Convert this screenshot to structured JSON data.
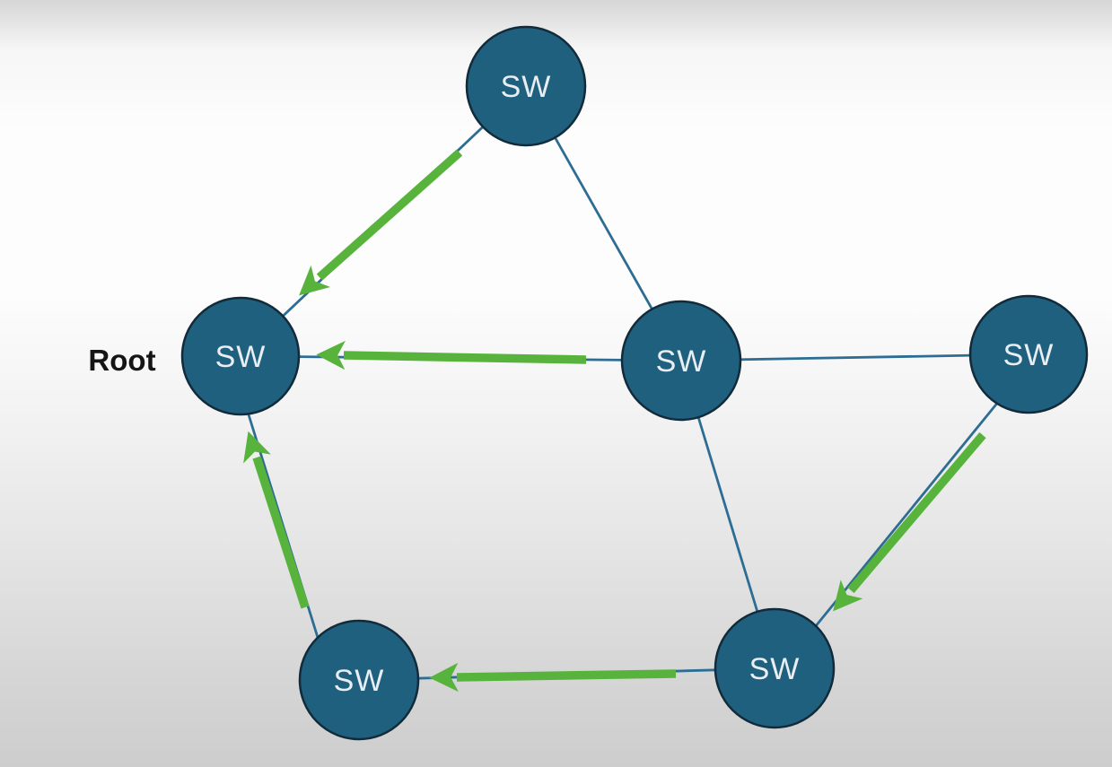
{
  "diagram": {
    "type": "network-topology",
    "description": "Spanning tree topology of six switches; green arrows mark paths toward the root switch",
    "root_annotation": "Root",
    "nodes": [
      {
        "id": "top",
        "label": "SW"
      },
      {
        "id": "root",
        "label": "SW",
        "annotation": "Root"
      },
      {
        "id": "middle",
        "label": "SW"
      },
      {
        "id": "right",
        "label": "SW"
      },
      {
        "id": "bottom-left",
        "label": "SW"
      },
      {
        "id": "bottom-right",
        "label": "SW"
      }
    ],
    "links": [
      {
        "from": "top",
        "to": "root"
      },
      {
        "from": "top",
        "to": "middle"
      },
      {
        "from": "middle",
        "to": "root"
      },
      {
        "from": "middle",
        "to": "right"
      },
      {
        "from": "middle",
        "to": "bottom-right"
      },
      {
        "from": "right",
        "to": "bottom-right"
      },
      {
        "from": "bottom-right",
        "to": "bottom-left"
      },
      {
        "from": "bottom-left",
        "to": "root"
      }
    ],
    "arrows": [
      {
        "from": "top",
        "to": "root"
      },
      {
        "from": "middle",
        "to": "root"
      },
      {
        "from": "bottom-left",
        "to": "root"
      },
      {
        "from": "right",
        "to": "bottom-right"
      },
      {
        "from": "bottom-right",
        "to": "bottom-left"
      }
    ],
    "colors": {
      "node_fill": "#20607f",
      "node_border": "#122b3a",
      "link": "#2d6d94",
      "arrow_green": "#57b33c",
      "node_text": "#e8eef2",
      "root_text": "#151515"
    }
  }
}
